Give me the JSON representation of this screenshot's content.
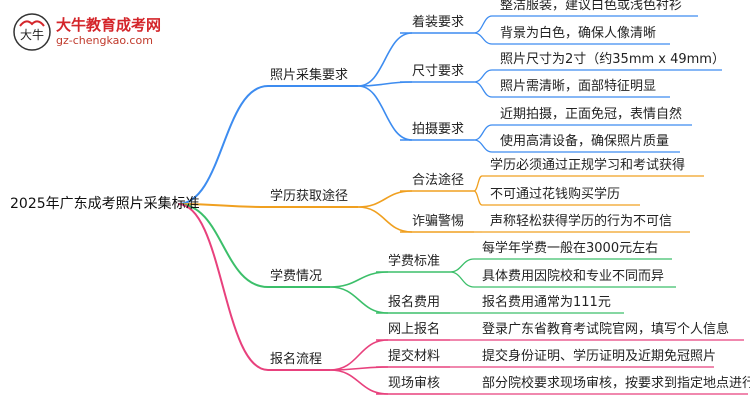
{
  "logo": {
    "title": "大牛教育成考网",
    "url": "gz-chengkao.com",
    "icon_text": "大牛"
  },
  "root": "2025年广东成考照片采集标准",
  "branches": [
    {
      "label": "照片采集要求",
      "color": "#3d8cf0",
      "children": [
        {
          "label": "着装要求",
          "leaves": [
            "整洁服装，建议白色或浅色衬衫",
            "背景为白色，确保人像清晰"
          ]
        },
        {
          "label": "尺寸要求",
          "leaves": [
            "照片尺寸为2寸（约35mm x 49mm）",
            "照片需清晰，面部特征明显"
          ]
        },
        {
          "label": "拍摄要求",
          "leaves": [
            "近期拍摄，正面免冠，表情自然",
            "使用高清设备，确保照片质量"
          ]
        }
      ]
    },
    {
      "label": "学历获取途径",
      "color": "#f0a020",
      "children": [
        {
          "label": "合法途径",
          "leaves": [
            "学历必须通过正规学习和考试获得",
            "不可通过花钱购买学历"
          ]
        },
        {
          "label": "诈骗警惕",
          "leaves": [
            "声称轻松获得学历的行为不可信"
          ]
        }
      ]
    },
    {
      "label": "学费情况",
      "color": "#3cbf6a",
      "children": [
        {
          "label": "学费标准",
          "leaves": [
            "每学年学费一般在3000元左右",
            "具体费用因院校和专业不同而异"
          ]
        },
        {
          "label": "报名费用",
          "leaves": [
            "报名费用通常为111元"
          ]
        }
      ]
    },
    {
      "label": "报名流程",
      "color": "#e8417d",
      "children": [
        {
          "label": "网上报名",
          "leaves": [
            "登录广东省教育考试院官网，填写个人信息"
          ]
        },
        {
          "label": "提交材料",
          "leaves": [
            "提交身份证明、学历证明及近期免冠照片"
          ]
        },
        {
          "label": "现场审核",
          "leaves": [
            "部分院校要求现场审核，按要求到指定地点进行"
          ]
        }
      ]
    }
  ]
}
